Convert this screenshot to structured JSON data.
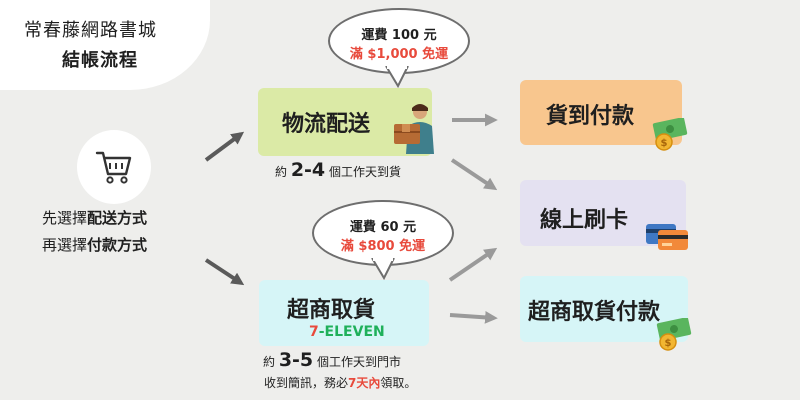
{
  "title": {
    "line1": "常春藤網路書城",
    "line2": "結帳流程"
  },
  "instructions": {
    "line1_prefix": "先選擇",
    "line1_bold": "配送方式",
    "line2_prefix": "再選擇",
    "line2_bold": "付款方式"
  },
  "shipping": {
    "logistics": {
      "label": "物流配送",
      "fee": "運費 100 元",
      "free": "滿 $1,000 免運",
      "time_prefix": "約 ",
      "time_days": "2-4",
      "time_suffix": " 個工作天到貨"
    },
    "convenience": {
      "label": "超商取貨",
      "brand_num": "7",
      "brand_text": "-ELEVEN",
      "fee": "運費 60 元",
      "free": "滿 $800 免運",
      "time_prefix": "約 ",
      "time_days": "3-5",
      "time_suffix": " 個工作天到門市",
      "pickup_prefix": "收到簡訊，務必",
      "pickup_highlight": "7天內",
      "pickup_suffix": "領取。"
    }
  },
  "payment": {
    "cod": "貨到付款",
    "credit": "線上刷卡",
    "store_pay": "超商取貨付款"
  },
  "colors": {
    "logistics_box": "#dbeaa6",
    "convenience_box": "#d6f5f7",
    "cod_box": "#f8c68e",
    "credit_box": "#e4e1f1",
    "store_pay_box": "#d6f5f7",
    "accent_red": "#e84a3c",
    "seven_green": "#1fb05a"
  },
  "icons": [
    "cart-icon",
    "delivery-person-icon",
    "cash-coin-icon",
    "credit-cards-icon"
  ]
}
